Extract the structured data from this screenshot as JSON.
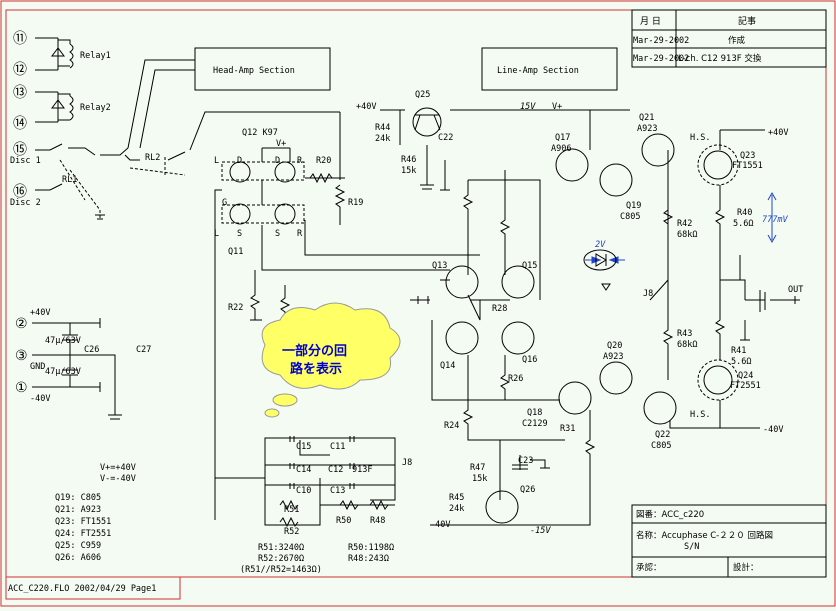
{
  "title_block": {
    "header_date": "月 日",
    "header_notes": "記事",
    "revisions": [
      {
        "date": "Mar-29-2002",
        "note": "作成"
      },
      {
        "date": "Mar-29-2002",
        "note": "L-ch. C12 913F 交換"
      }
    ],
    "drawing_no": "図番：ACC_c220",
    "name_line1": "名称：Accuphase C-２２０ 回路図",
    "name_line2": "S/N",
    "approval": "承認：",
    "design": "設計："
  },
  "footer_tab": "ACC_C220.FLO 2002/04/29 Page1",
  "sections": {
    "head_amp": "Head-Amp Section",
    "line_amp": "Line-Amp Section"
  },
  "callout": {
    "line1": "一部分の回",
    "line2": "路を表示"
  },
  "terminals": [
    "⑪",
    "⑫",
    "⑬",
    "⑭",
    "⑮",
    "⑯",
    "②",
    "③",
    "①"
  ],
  "labels": {
    "relay1": "Relay1",
    "relay2": "Relay2",
    "disc1": "Disc 1",
    "disc2": "Disc 2",
    "rl1": "RL1",
    "rl2": "RL2",
    "plus40": "+40V",
    "minus40": "-40V",
    "gnd": "GND",
    "cap_47_63_a": "47μ/63V",
    "cap_47_63_b": "47μ/63V",
    "c26": "C26",
    "c27": "C27",
    "vplus_note": "V+=+40V",
    "vminus_note": "V-=-40V",
    "q12": "Q12 K97",
    "vp": "V+",
    "vplus_rail": "V+",
    "L1": "L",
    "D1": "D",
    "D2": "D",
    "R1": "R",
    "G": "G",
    "L2": "L",
    "S1": "S",
    "S2": "S",
    "R2": "R",
    "r20": "R20",
    "r19": "R19",
    "q11": "Q11",
    "r22": "R22",
    "q25": "Q25",
    "r44": "R44",
    "r44v": "24k",
    "c22": "C22",
    "r46": "R46",
    "r46v": "15k",
    "plus40_top": "+40V",
    "v15": "15V",
    "q17": "Q17",
    "q17t": "A906",
    "q21": "Q21",
    "q21t": "A923",
    "q19": "Q19",
    "q19t": "C805",
    "q23": "Q23",
    "q23t": "FT1551",
    "hs1": "H.S.",
    "hs2": "H.S.",
    "plus40_out": "+40V",
    "r42": "R42",
    "r42v": "68kΩ",
    "r40": "R40",
    "r40v": "5.6Ω",
    "mv777": "777mV",
    "j8": "J8",
    "j8b": "J8",
    "out": "OUT",
    "two_v": "2V",
    "q13": "Q13",
    "q15": "Q15",
    "r28": "R28",
    "q14": "Q14",
    "q16": "Q16",
    "r26": "R26",
    "r43": "R43",
    "r43v": "68kΩ",
    "r41": "R41",
    "r41v": "5.6Ω",
    "q20": "Q20",
    "q20t": "A923",
    "q24": "Q24",
    "q24t": "FT2551",
    "q22": "Q22",
    "q22t": "C805",
    "minus40_out": "-40V",
    "q18": "Q18",
    "q18t": "C2129",
    "r31": "R31",
    "r24": "R24",
    "r47": "R47",
    "r47v": "15k",
    "c23": "C23",
    "q26": "Q26",
    "r45": "R45",
    "r45v": "24k",
    "minus40_bot": "-40V",
    "minus15": "-15V",
    "c15": "C15",
    "c11": "C11",
    "c14": "C14",
    "c12": "C12",
    "c12v": "913F",
    "c10": "C10",
    "c13": "C13",
    "r51": "R51",
    "r52": "R52",
    "r50": "R50",
    "r48": "R48"
  },
  "parts_list": [
    "Q19: C805",
    "Q21: A923",
    "Q23: FT1551",
    "Q24: FT2551",
    "Q25: C959",
    "Q26: A606"
  ],
  "resistor_notes": {
    "r51": "R51:3240Ω",
    "r52": "R52:2670Ω",
    "parallel": "(R51//R52=1463Ω)",
    "r50": "R50:1198Ω",
    "r48": "R48:243Ω"
  },
  "colors": {
    "border": "#d03030",
    "callout_fill": "#ffff66",
    "callout_text": "#0000cc",
    "accent": "#2244cc",
    "background": "#f4fbf2"
  }
}
